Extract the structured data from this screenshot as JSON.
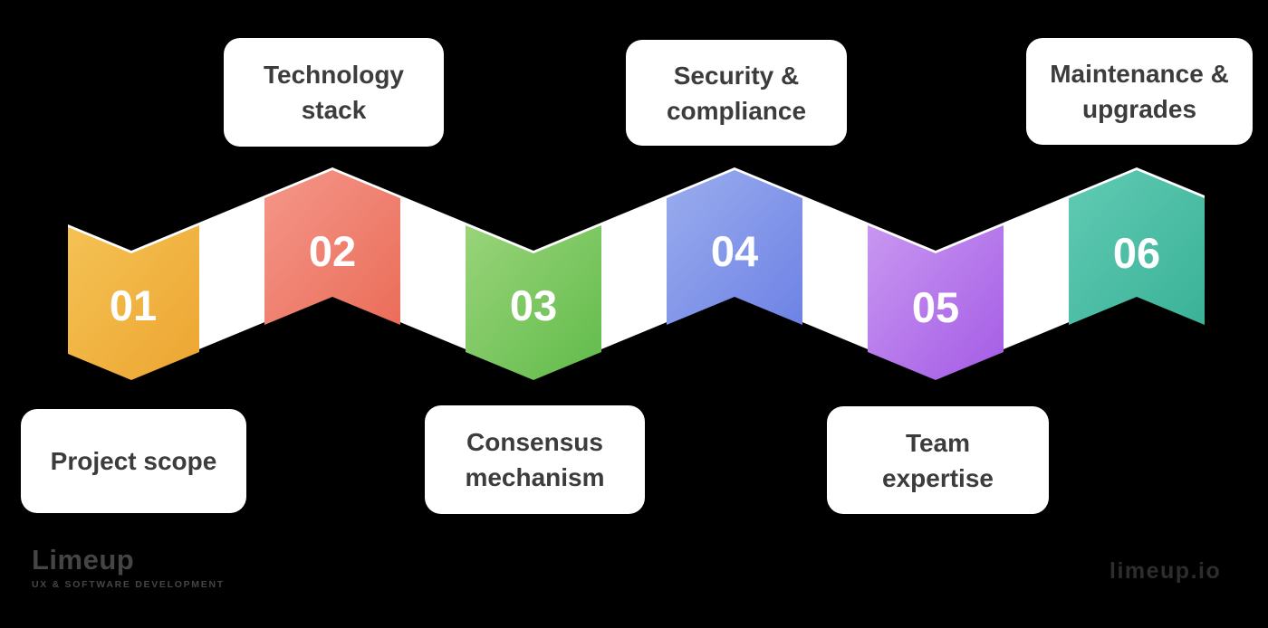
{
  "background_color": "#000000",
  "accent_white": "#ffffff",
  "label_text_color": "#3c3c3c",
  "steps": [
    {
      "number": "01",
      "label_line1": "Project scope",
      "label_line2": "",
      "color_from": "#F4C254",
      "color_to": "#EDA531"
    },
    {
      "number": "02",
      "label_line1": "Technology",
      "label_line2": "stack",
      "color_from": "#F4978A",
      "color_to": "#EB6D59"
    },
    {
      "number": "03",
      "label_line1": "Consensus",
      "label_line2": "mechanism",
      "color_from": "#99D47A",
      "color_to": "#61BB4A"
    },
    {
      "number": "04",
      "label_line1": "Security &",
      "label_line2": "compliance",
      "color_from": "#9AADEE",
      "color_to": "#6E82E5"
    },
    {
      "number": "05",
      "label_line1": "Team",
      "label_line2": "expertise",
      "color_from": "#C897F1",
      "color_to": "#A45BE5"
    },
    {
      "number": "06",
      "label_line1": "Maintenance &",
      "label_line2": "upgrades",
      "color_from": "#61CBB4",
      "color_to": "#3AB297"
    }
  ],
  "branding": {
    "logo_text": "Limeup",
    "logo_tagline": "UX & SOFTWARE DEVELOPMENT",
    "watermark": "limeup.io"
  }
}
